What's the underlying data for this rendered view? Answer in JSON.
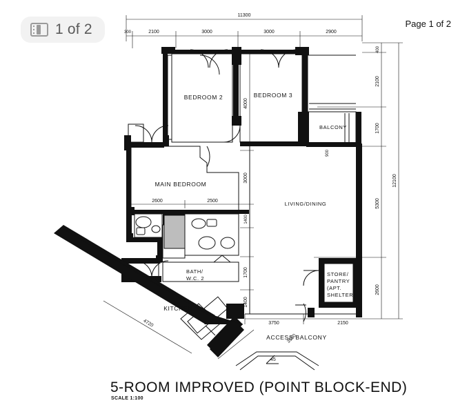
{
  "viewer": {
    "badge_label": "1 of 2",
    "badge_icon": "page-layout-icon",
    "page_label": "Page 1 of 2"
  },
  "plan": {
    "title": "5-ROOM IMPROVED (POINT BLOCK-END)",
    "scale": "SCALE 1:100",
    "angle_note": "45",
    "rooms": [
      {
        "id": "bedroom2",
        "label": "BEDROOM 2"
      },
      {
        "id": "bedroom3",
        "label": "BEDROOM 3"
      },
      {
        "id": "balcony",
        "label": "BALCONY"
      },
      {
        "id": "mainbed",
        "label": "MAIN  BEDROOM"
      },
      {
        "id": "living",
        "label": "LIVING/DINING"
      },
      {
        "id": "bath2a",
        "label": "BATH/"
      },
      {
        "id": "bath2b",
        "label": "W.C.  2"
      },
      {
        "id": "kitchen",
        "label": "KITCHEN"
      },
      {
        "id": "store1",
        "label": "STORE/"
      },
      {
        "id": "store2",
        "label": "PANTRY"
      },
      {
        "id": "store3",
        "label": "(APT."
      },
      {
        "id": "store4",
        "label": "SHELTER)"
      },
      {
        "id": "accbal",
        "label": "ACCESS  BALCONY"
      }
    ],
    "dimensions": {
      "top_overall": "11300",
      "top_segments": [
        "300",
        "2100",
        "3000",
        "3000",
        "2900"
      ],
      "right_overall": "12100",
      "right_segments": [
        "400",
        "2100",
        "1700",
        "5300",
        "2600"
      ],
      "inner_vertical": [
        "4000",
        "3000",
        "1400",
        "1700",
        "1400"
      ],
      "mainbed_widths": [
        "2600",
        "2500"
      ],
      "bottom_segments": [
        "3750",
        "2150"
      ],
      "diagonal": [
        "4720",
        "3550"
      ],
      "balcony_small": "900"
    }
  }
}
